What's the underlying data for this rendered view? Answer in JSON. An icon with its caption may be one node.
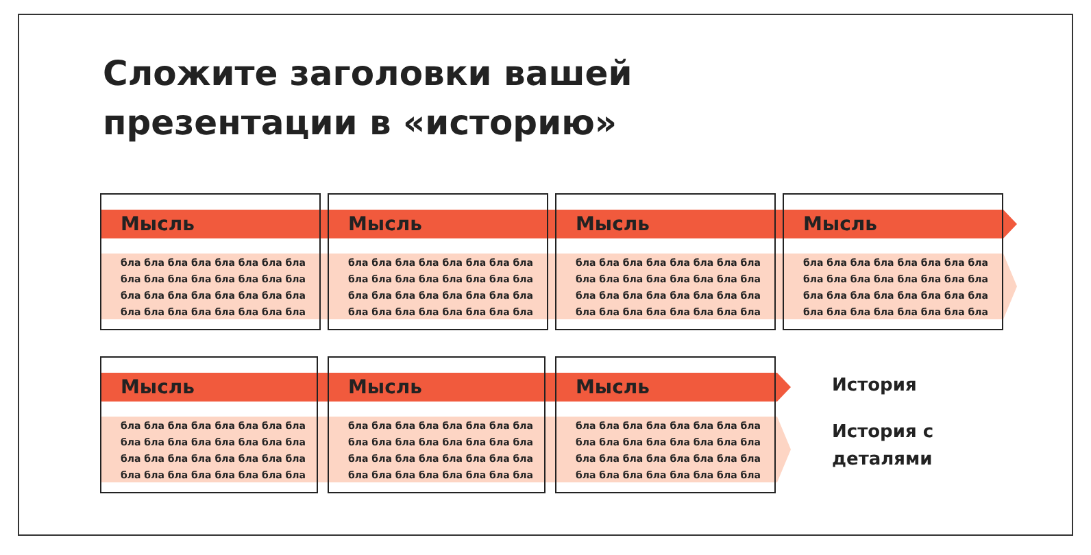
{
  "diagram": {
    "title": "Сложите заголовки вашей презентации в «историю»",
    "nodes": [
      {
        "text": [
          "Мысль",
          "бла бла бла бла бла бла бла бла бла бла бла бла бла бла бла бла бла бла бла бла бла бла бла бла бла бла бла бла бла бла бла бла"
        ]
      },
      {
        "text": [
          "Мысль",
          "бла бла бла бла бла бла бла бла бла бла бла бла бла бла бла бла бла бла бла бла бла бла бла бла бла бла бла бла бла бла бла бла"
        ]
      },
      {
        "text": [
          "Мысль",
          "бла бла бла бла бла бла бла бла бла бла бла бла бла бла бла бла бла бла бла бла бла бла бла бла бла бла бла бла бла бла бла бла"
        ]
      },
      {
        "text": [
          "Мысль",
          "бла бла бла бла бла бла бла бла бла бла бла бла бла бла бла бла бла бла бла бла бла бла бла бла бла бла бла бла бла бла бла бла"
        ]
      },
      {
        "text": [
          "Мысль",
          "бла бла бла бла бла бла бла бла бла бла бла бла бла бла бла бла бла бла бла бла бла бла бла бла бла бла бла бла бла бла бла бла"
        ]
      },
      {
        "text": [
          "Мысль",
          "бла бла бла бла бла бла бла бла бла бла бла бла бла бла бла бла бла бла бла бла бла бла бла бла бла бла бла бла бла бла бла бла"
        ]
      },
      {
        "text": [
          "Мысль",
          "бла бла бла бла бла бла бла бла бла бла бла бла бла бла бла бла бла бла бла бла бла бла бла бла бла бла бла бла бла бла бла бла"
        ]
      }
    ],
    "labels": [
      "История",
      "История с деталями"
    ]
  }
}
